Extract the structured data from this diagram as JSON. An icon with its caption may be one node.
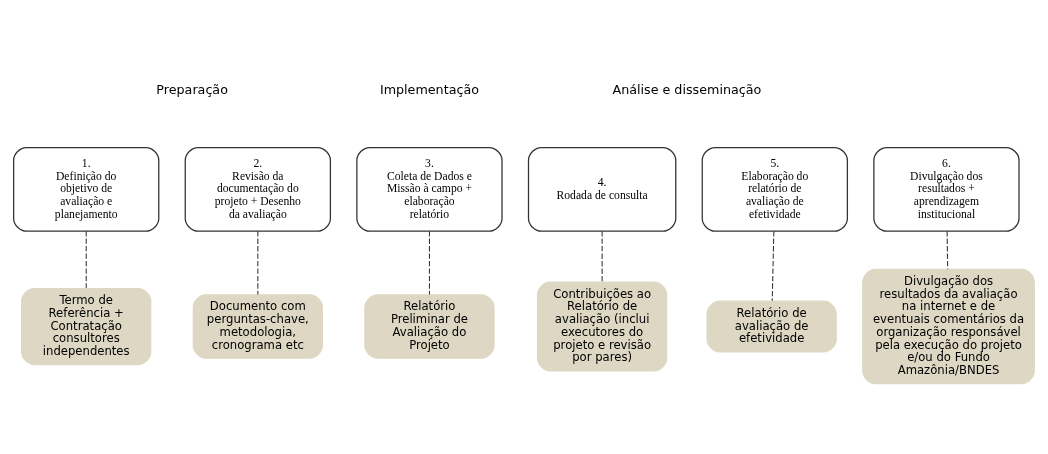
{
  "diagram": {
    "nodes": [
      {
        "text": [
          "1.",
          "Definição do objetivo de avaliação e planejamento"
        ]
      },
      {
        "text": [
          "2.",
          "Revisão da documentação do projeto + Desenho da avaliação"
        ]
      },
      {
        "text": [
          "3.",
          "Coleta de Dados e Missão à campo + elaboração relatório"
        ]
      },
      {
        "text": [
          "4.",
          "Rodada de consulta"
        ]
      },
      {
        "text": [
          "5.",
          "Elaboração do relatório de avaliação de efetividade"
        ]
      },
      {
        "text": [
          "6.",
          "Divulgação dos resultados + aprendizagem institucional"
        ]
      },
      {
        "text": [
          "Termo de Referência + Contratação consultores independentes"
        ]
      },
      {
        "text": [
          "Documento com perguntas-chave, metodologia, cronograma etc"
        ]
      },
      {
        "text": [
          "Relatório Preliminar de Avaliação do Projeto"
        ]
      },
      {
        "text": [
          "Contribuições ao Relatório de avaliação (inclui executores do projeto e revisão por pares)"
        ]
      },
      {
        "text": [
          "Relatório de avaliação de efetividade"
        ]
      },
      {
        "text": [
          "Divulgação dos resultados da avaliação na internet e de eventuais comentários da organização responsável pela execução do projeto e/ou do Fundo Amazônia/BNDES"
        ]
      }
    ],
    "edges": [
      {
        "from": 0,
        "to": 6,
        "arrow": "none",
        "style": "dashed"
      },
      {
        "from": 1,
        "to": 7,
        "arrow": "none",
        "style": "dashed"
      },
      {
        "from": 2,
        "to": 8,
        "arrow": "none",
        "style": "dashed"
      },
      {
        "from": 3,
        "to": 9,
        "arrow": "none",
        "style": "dashed"
      },
      {
        "from": 4,
        "to": 10,
        "arrow": "none",
        "style": "dashed"
      },
      {
        "from": 5,
        "to": 11,
        "arrow": "none",
        "style": "dashed"
      }
    ],
    "labels": [
      "Preparação",
      "Implementação",
      "Análise e disseminação"
    ]
  }
}
